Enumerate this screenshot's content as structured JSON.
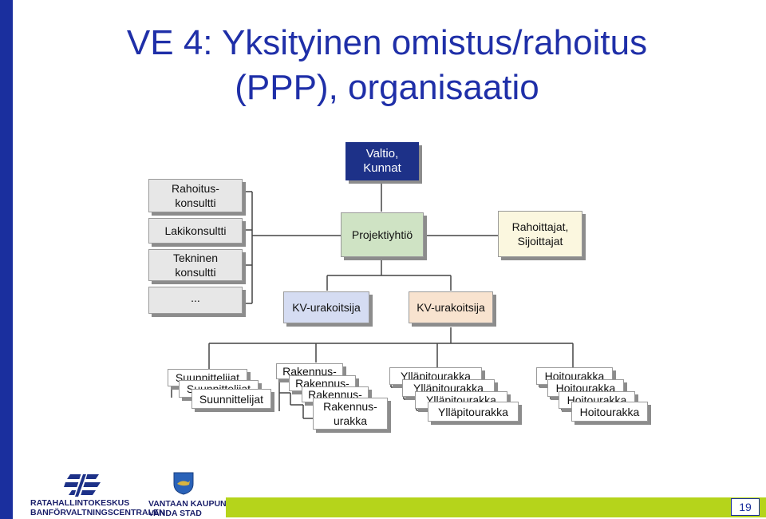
{
  "slide": {
    "title_line1": "VE 4: Yksityinen omistus/rahoitus",
    "title_line2": "(PPP), organisaatio",
    "page_number": "19"
  },
  "org": {
    "top": "Valtio,\nKunnat",
    "project_company": "Projektiyhtiö",
    "financiers": "Rahoittajat,\nSijoittajat",
    "consultants": [
      "Rahoitus-\nkonsultti",
      "Lakikonsultti",
      "Tekninen\nkonsultti",
      "..."
    ],
    "kv_contractor_1": "KV-urakoitsija",
    "kv_contractor_2": "KV-urakoitsija",
    "designers": [
      "Suunnittelijat",
      "Suunnittelijat",
      "Suunnittelijat"
    ],
    "construction": [
      "Rakennus-",
      "Rakennus-",
      "Rakennus-",
      "Rakennus-\nurakka"
    ],
    "maintenance": [
      "Ylläpitourakka",
      "Ylläpitourakka",
      "Ylläpitourakka",
      "Ylläpitourakka"
    ],
    "care": [
      "Hoitourakka",
      "Hoitourakka",
      "Hoitourakka",
      "Hoitourakka"
    ]
  },
  "logos": {
    "rhk_line1": "RATAHALLINTOKESKUS",
    "rhk_line2": "BANFÖRVALTNINGSCENTRALEN",
    "vantaa_line1": "VANTAAN KAUPUNKI",
    "vantaa_line2": "VANDA STAD"
  },
  "colors": {
    "title": "#1f2fa8",
    "left_bar": "#1a2f9e",
    "footer_bar": "#b5d41b",
    "top_box": "#1d3188"
  }
}
